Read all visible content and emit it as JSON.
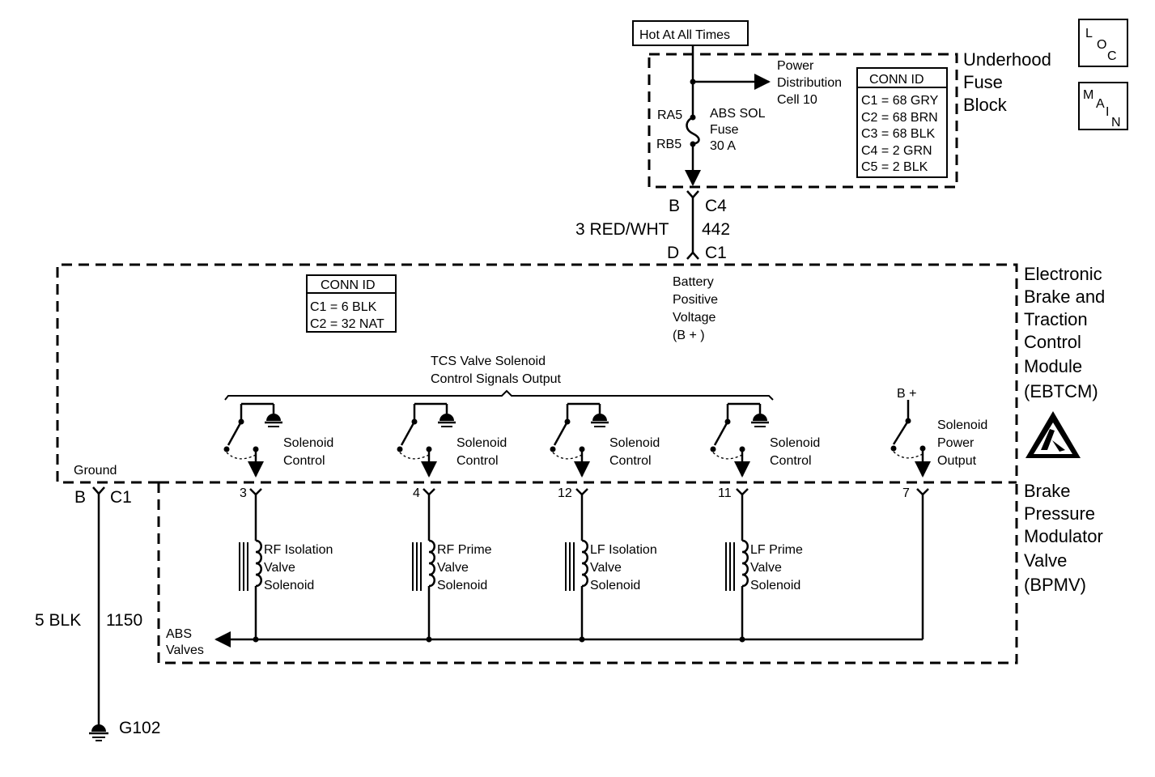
{
  "power": {
    "hot_label": "Hot At All Times",
    "dist_label": [
      "Power",
      "Distribution",
      "Cell 10"
    ],
    "ra5": "RA5",
    "rb5": "RB5",
    "fuse_label": [
      "ABS SOL",
      "Fuse",
      "30 A"
    ],
    "block_title": [
      "Underhood",
      "Fuse",
      "Block"
    ],
    "conn_id": {
      "title": "CONN ID",
      "rows": [
        "C1 = 68 GRY",
        "C2 = 68 BRN",
        "C3 = 68 BLK",
        "C4 = 2 GRN",
        "C5 = 2 BLK"
      ]
    }
  },
  "badges": {
    "loc": [
      "L",
      "O",
      "C"
    ],
    "main": [
      "M",
      "A",
      "I",
      "N"
    ]
  },
  "feed_wire": {
    "top_pin": "B",
    "top_conn": "C4",
    "gauge_color": "3 RED/WHT",
    "circuit": "442",
    "bottom_pin": "D",
    "bottom_conn": "C1"
  },
  "ebtcm": {
    "title": [
      "Electronic",
      "Brake and",
      "Traction",
      "Control",
      "Module",
      "(EBTCM)"
    ],
    "conn_id": {
      "title": "CONN ID",
      "rows": [
        "C1 = 6 BLK",
        "C2 = 32 NAT"
      ]
    },
    "battery_label": [
      "Battery",
      "Positive",
      "Voltage",
      "(B + )"
    ],
    "tcs_label": [
      "TCS Valve Solenoid",
      "Control Signals Output"
    ],
    "ground_label": "Ground",
    "bplus_label": "B +",
    "switches": [
      {
        "label": [
          "Solenoid",
          "Control"
        ]
      },
      {
        "label": [
          "Solenoid",
          "Control"
        ]
      },
      {
        "label": [
          "Solenoid",
          "Control"
        ]
      },
      {
        "label": [
          "Solenoid",
          "Control"
        ]
      }
    ],
    "power_output_label": [
      "Solenoid",
      "Power",
      "Output"
    ]
  },
  "ground_wire": {
    "pin": "B",
    "conn": "C1",
    "gauge_color": "5 BLK",
    "circuit": "1150",
    "ground_point": "G102"
  },
  "bpmv": {
    "title": [
      "Brake",
      "Pressure",
      "Modulator",
      "Valve",
      "(BPMV)"
    ],
    "pins": [
      "3",
      "4",
      "12",
      "11",
      "7"
    ],
    "solenoids": [
      {
        "label": [
          "RF Isolation",
          "Valve",
          "Solenoid"
        ]
      },
      {
        "label": [
          "RF Prime",
          "Valve",
          "Solenoid"
        ]
      },
      {
        "label": [
          "LF Isolation",
          "Valve",
          "Solenoid"
        ]
      },
      {
        "label": [
          "LF Prime",
          "Valve",
          "Solenoid"
        ]
      }
    ],
    "abs_label": [
      "ABS",
      "Valves"
    ]
  }
}
